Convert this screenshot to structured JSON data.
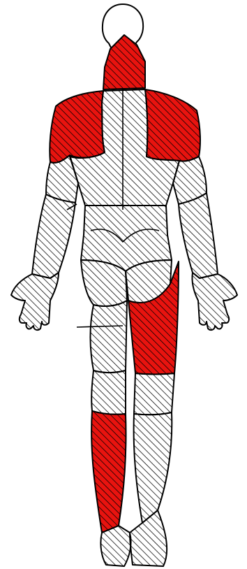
{
  "figure": {
    "view": "posterior",
    "colors": {
      "outline": "#000000",
      "hatch": "#000000",
      "background": "#ffffff",
      "highlight": "#e8130f"
    },
    "regions": [
      {
        "id": "head",
        "highlighted": false
      },
      {
        "id": "neck",
        "highlighted": true
      },
      {
        "id": "left-shoulder",
        "highlighted": true
      },
      {
        "id": "right-shoulder",
        "highlighted": true
      },
      {
        "id": "upper-back",
        "highlighted": false
      },
      {
        "id": "lower-back",
        "highlighted": false
      },
      {
        "id": "left-upper-arm",
        "highlighted": false
      },
      {
        "id": "right-upper-arm",
        "highlighted": false
      },
      {
        "id": "left-forearm",
        "highlighted": false
      },
      {
        "id": "right-forearm",
        "highlighted": false
      },
      {
        "id": "left-hand",
        "highlighted": false
      },
      {
        "id": "right-hand",
        "highlighted": false
      },
      {
        "id": "left-buttock",
        "highlighted": false
      },
      {
        "id": "right-buttock",
        "highlighted": false
      },
      {
        "id": "left-thigh",
        "highlighted": false
      },
      {
        "id": "right-thigh",
        "highlighted": true
      },
      {
        "id": "left-knee",
        "highlighted": false
      },
      {
        "id": "right-knee",
        "highlighted": false
      },
      {
        "id": "left-calf",
        "highlighted": true
      },
      {
        "id": "right-calf",
        "highlighted": false
      },
      {
        "id": "left-foot",
        "highlighted": false
      },
      {
        "id": "right-foot",
        "highlighted": false
      }
    ]
  }
}
